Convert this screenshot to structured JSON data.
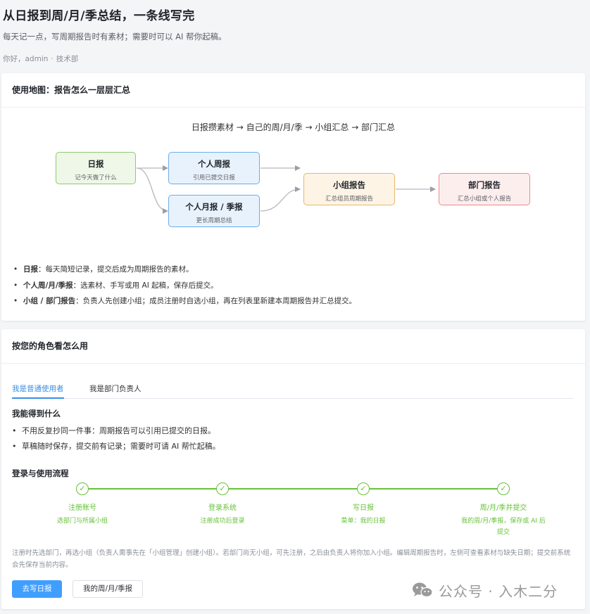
{
  "header": {
    "title": "从日报到周/月/季总结，一条线写完",
    "subtitle": "每天记一点，写周期报告时有素材；需要时可以 AI 帮你起稿。",
    "greeting_prefix": "你好，",
    "user": "admin",
    "separator": "·",
    "department": "技术部"
  },
  "map_card": {
    "title": "使用地图：报告怎么一层层汇总",
    "flow_heading": "日报攒素材 → 自己的周/月/季 → 小组汇总 → 部门汇总",
    "nodes": {
      "daily": {
        "title": "日报",
        "desc": "记今天做了什么"
      },
      "weekly": {
        "title": "个人周报",
        "desc": "引用已提交日报"
      },
      "monthly": {
        "title": "个人月报 / 季报",
        "desc": "更长周期总结"
      },
      "team": {
        "title": "小组报告",
        "desc": "汇总组员周期报告"
      },
      "dept": {
        "title": "部门报告",
        "desc": "汇总小组或个人报告"
      }
    },
    "bullets": [
      {
        "term": "日报",
        "text": "：每天简短记录，提交后成为周期报告的素材。"
      },
      {
        "term": "个人周/月/季报",
        "text": "：选素材、手写或用 AI 起稿，保存后提交。"
      },
      {
        "term": "小组 / 部门报告",
        "text": "：负责人先创建小组；成员注册时自选小组，再在列表里新建本周期报告并汇总提交。"
      }
    ]
  },
  "role_card": {
    "title": "按您的角色看怎么用",
    "tabs": {
      "user": "我是普通使用者",
      "lead": "我是部门负责人"
    },
    "gain_title": "我能得到什么",
    "gains": [
      "不用反复抄同一件事：周期报告可以引用已提交的日报。",
      "草稿随时保存，提交前有记录；需要时可请 AI 帮忙起稿。"
    ],
    "flow_title": "登录与使用流程",
    "steps": [
      {
        "label": "注册账号",
        "desc": "选部门与所属小组"
      },
      {
        "label": "登录系统",
        "desc": "注册成功后登录"
      },
      {
        "label": "写日报",
        "desc": "菜单：我的日报"
      },
      {
        "label": "周/月/季并提交",
        "desc": "我的周/月/季报，保存或 AI 后提交"
      }
    ],
    "note": "注册时先选部门，再选小组（负责人需事先在「小组管理」创建小组）。若部门尚无小组，可先注册，之后由负责人将你加入小组。编辑周期报告时，左侧可查看素材与缺失日期；提交前系统会先保存当前内容。",
    "buttons": {
      "write_daily": "去写日报",
      "my_periodic": "我的周/月/季报"
    }
  },
  "watermark": {
    "text": "公众号 · 入木二分"
  },
  "colors": {
    "primary": "#409eff",
    "success": "#67c23a"
  },
  "icons": {
    "step": "check-icon",
    "watermark": "wechat-icon"
  }
}
